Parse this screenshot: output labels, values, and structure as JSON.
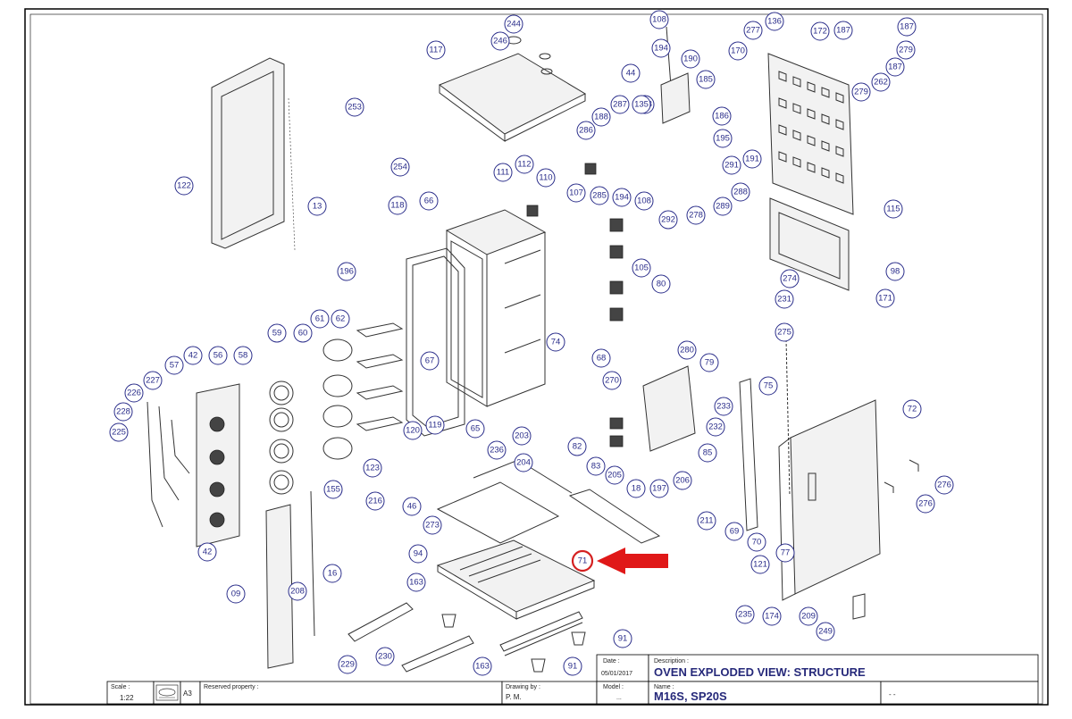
{
  "title_block": {
    "scale_label": "Scale :",
    "scale_value": "1:22",
    "paper_size": "A3",
    "reserved_label": "Reserved property :",
    "drawing_label": "Drawing by :",
    "drawing_value": "P. M.",
    "date_label": "Date :",
    "date_value": "05/01/2017",
    "model_label": "Model :",
    "model_value": "...",
    "description_label": "Description :",
    "description_value": "OVEN EXPLODED VIEW: STRUCTURE",
    "name_label": "Name :",
    "name_value": "M16S, SP20S",
    "sheet_value": "- -"
  },
  "highlight_callout": "71",
  "callouts": [
    "244",
    "246",
    "117",
    "108",
    "194",
    "190",
    "44",
    "185",
    "188",
    "287",
    "135",
    "286",
    "188",
    "186",
    "195",
    "136",
    "277",
    "170",
    "172",
    "187",
    "187",
    "279",
    "187",
    "262",
    "279",
    "253",
    "122",
    "13",
    "254",
    "111",
    "112",
    "110",
    "118",
    "66",
    "107",
    "285",
    "194",
    "108",
    "291",
    "191",
    "288",
    "292",
    "278",
    "289",
    "115",
    "196",
    "105",
    "80",
    "274",
    "231",
    "98",
    "171",
    "59",
    "60",
    "61",
    "62",
    "42",
    "57",
    "56",
    "58",
    "67",
    "74",
    "68",
    "270",
    "280",
    "79",
    "233",
    "232",
    "275",
    "75",
    "72",
    "227",
    "226",
    "228",
    "225",
    "119",
    "120",
    "65",
    "236",
    "203",
    "204",
    "82",
    "83",
    "205",
    "18",
    "197",
    "206",
    "85",
    "123",
    "46",
    "155",
    "216",
    "273",
    "211",
    "69",
    "70",
    "121",
    "77",
    "276",
    "276",
    "42",
    "09",
    "208",
    "16",
    "94",
    "163",
    "235",
    "174",
    "209",
    "249",
    "229",
    "230",
    "163",
    "91",
    "91"
  ],
  "icons": {
    "highlight_arrow": "red-pointer-arrow-icon",
    "company_logo": "manufacturer-logo-icon"
  },
  "colors": {
    "callout_ink": "#2a2d8a",
    "highlight": "#d42020",
    "title_ink": "#26297a"
  }
}
